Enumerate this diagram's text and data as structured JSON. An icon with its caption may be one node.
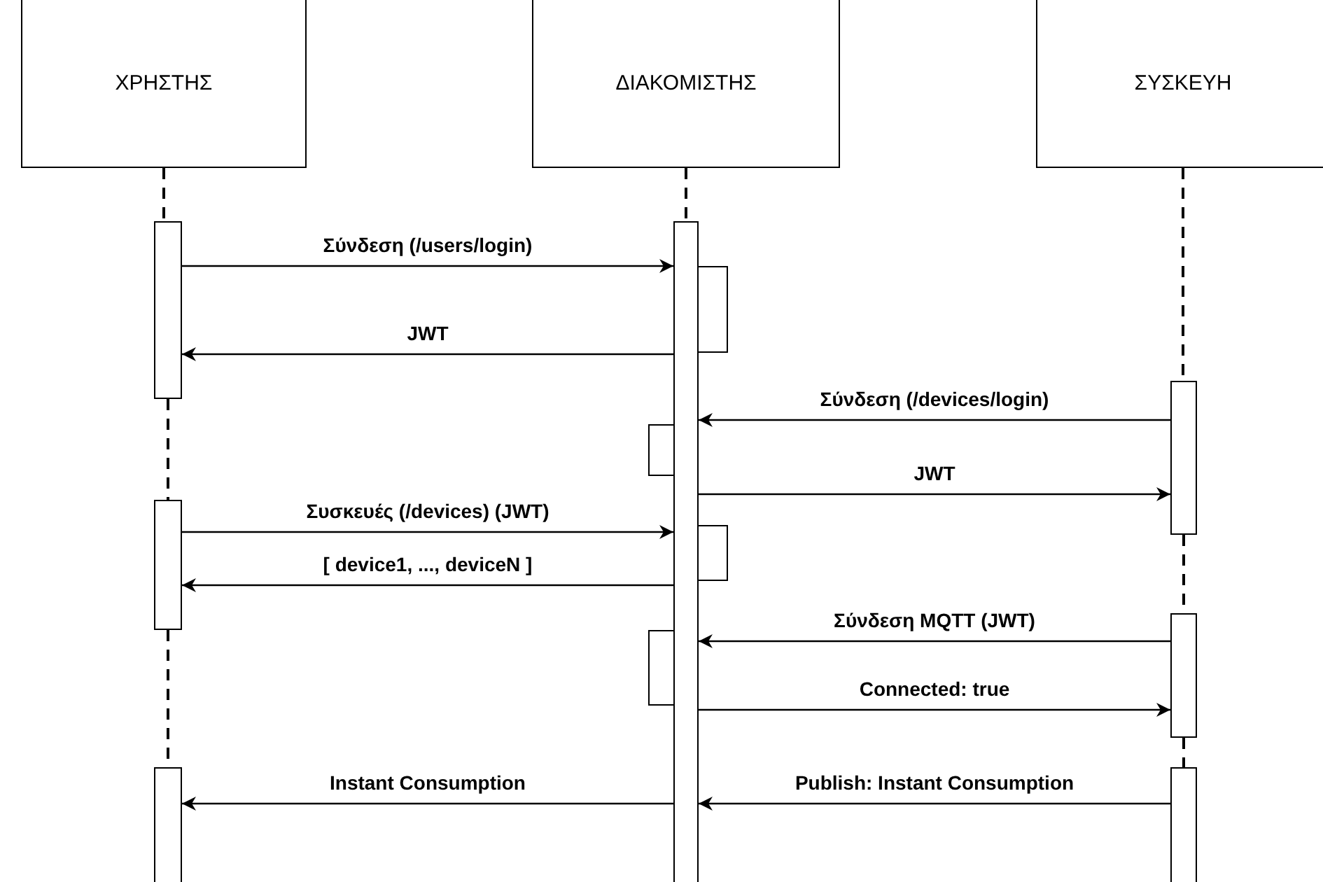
{
  "diagram": {
    "nodes": [
      {
        "text": [
          "ΧΡΗΣΤΗΣ"
        ]
      },
      {
        "text": [
          "ΔΙΑΚΟΜΙΣΤΗΣ"
        ]
      },
      {
        "text": [
          "ΣΥΣΚΕΥΗ"
        ]
      },
      {
        "text": [],
        "shape": "bar"
      },
      {
        "text": [],
        "shape": "bar"
      },
      {
        "text": [],
        "shape": "box"
      },
      {
        "text": [],
        "shape": "bar"
      },
      {
        "text": [],
        "shape": "box"
      },
      {
        "text": [],
        "shape": "bar"
      },
      {
        "text": [],
        "shape": "box"
      },
      {
        "text": [],
        "shape": "bar"
      },
      {
        "text": [],
        "shape": "box"
      },
      {
        "text": [],
        "shape": "bar"
      },
      {
        "text": [],
        "shape": "bar"
      }
    ],
    "edges": [
      {
        "from": 3,
        "to": 4,
        "label": "Σύνδεση (/users/login)",
        "arrow": "to"
      },
      {
        "from": 4,
        "to": 3,
        "label": "JWT",
        "arrow": "to"
      },
      {
        "from": 6,
        "to": 4,
        "label": "Σύνδεση (/devices/login)",
        "arrow": "to"
      },
      {
        "from": 4,
        "to": 6,
        "label": "JWT",
        "arrow": "to"
      },
      {
        "from": 8,
        "to": 4,
        "label": "Συσκευές (/devices) (JWT)",
        "arrow": "to"
      },
      {
        "from": 4,
        "to": 8,
        "label": "[ device1, ..., deviceN ]",
        "arrow": "to"
      },
      {
        "from": 10,
        "to": 4,
        "label": "Σύνδεση MQTT (JWT)",
        "arrow": "to"
      },
      {
        "from": 4,
        "to": 10,
        "label": "Connected: true",
        "arrow": "to"
      },
      {
        "from": 4,
        "to": 12,
        "label": "Instant Consumption",
        "arrow": "to"
      },
      {
        "from": 13,
        "to": 4,
        "label": "Publish: Instant Consumption",
        "arrow": "to"
      },
      {
        "from": 0,
        "to": 3,
        "arrow": "none",
        "style": "dashed"
      },
      {
        "from": 3,
        "to": 8,
        "arrow": "none",
        "style": "dashed"
      },
      {
        "from": 8,
        "to": 12,
        "arrow": "none",
        "style": "dashed"
      },
      {
        "from": 1,
        "to": 4,
        "arrow": "none",
        "style": "dashed"
      },
      {
        "from": 2,
        "to": 6,
        "arrow": "none",
        "style": "dashed"
      },
      {
        "from": 6,
        "to": 10,
        "arrow": "none",
        "style": "dashed"
      },
      {
        "from": 10,
        "to": 13,
        "arrow": "none",
        "style": "dashed"
      }
    ]
  }
}
